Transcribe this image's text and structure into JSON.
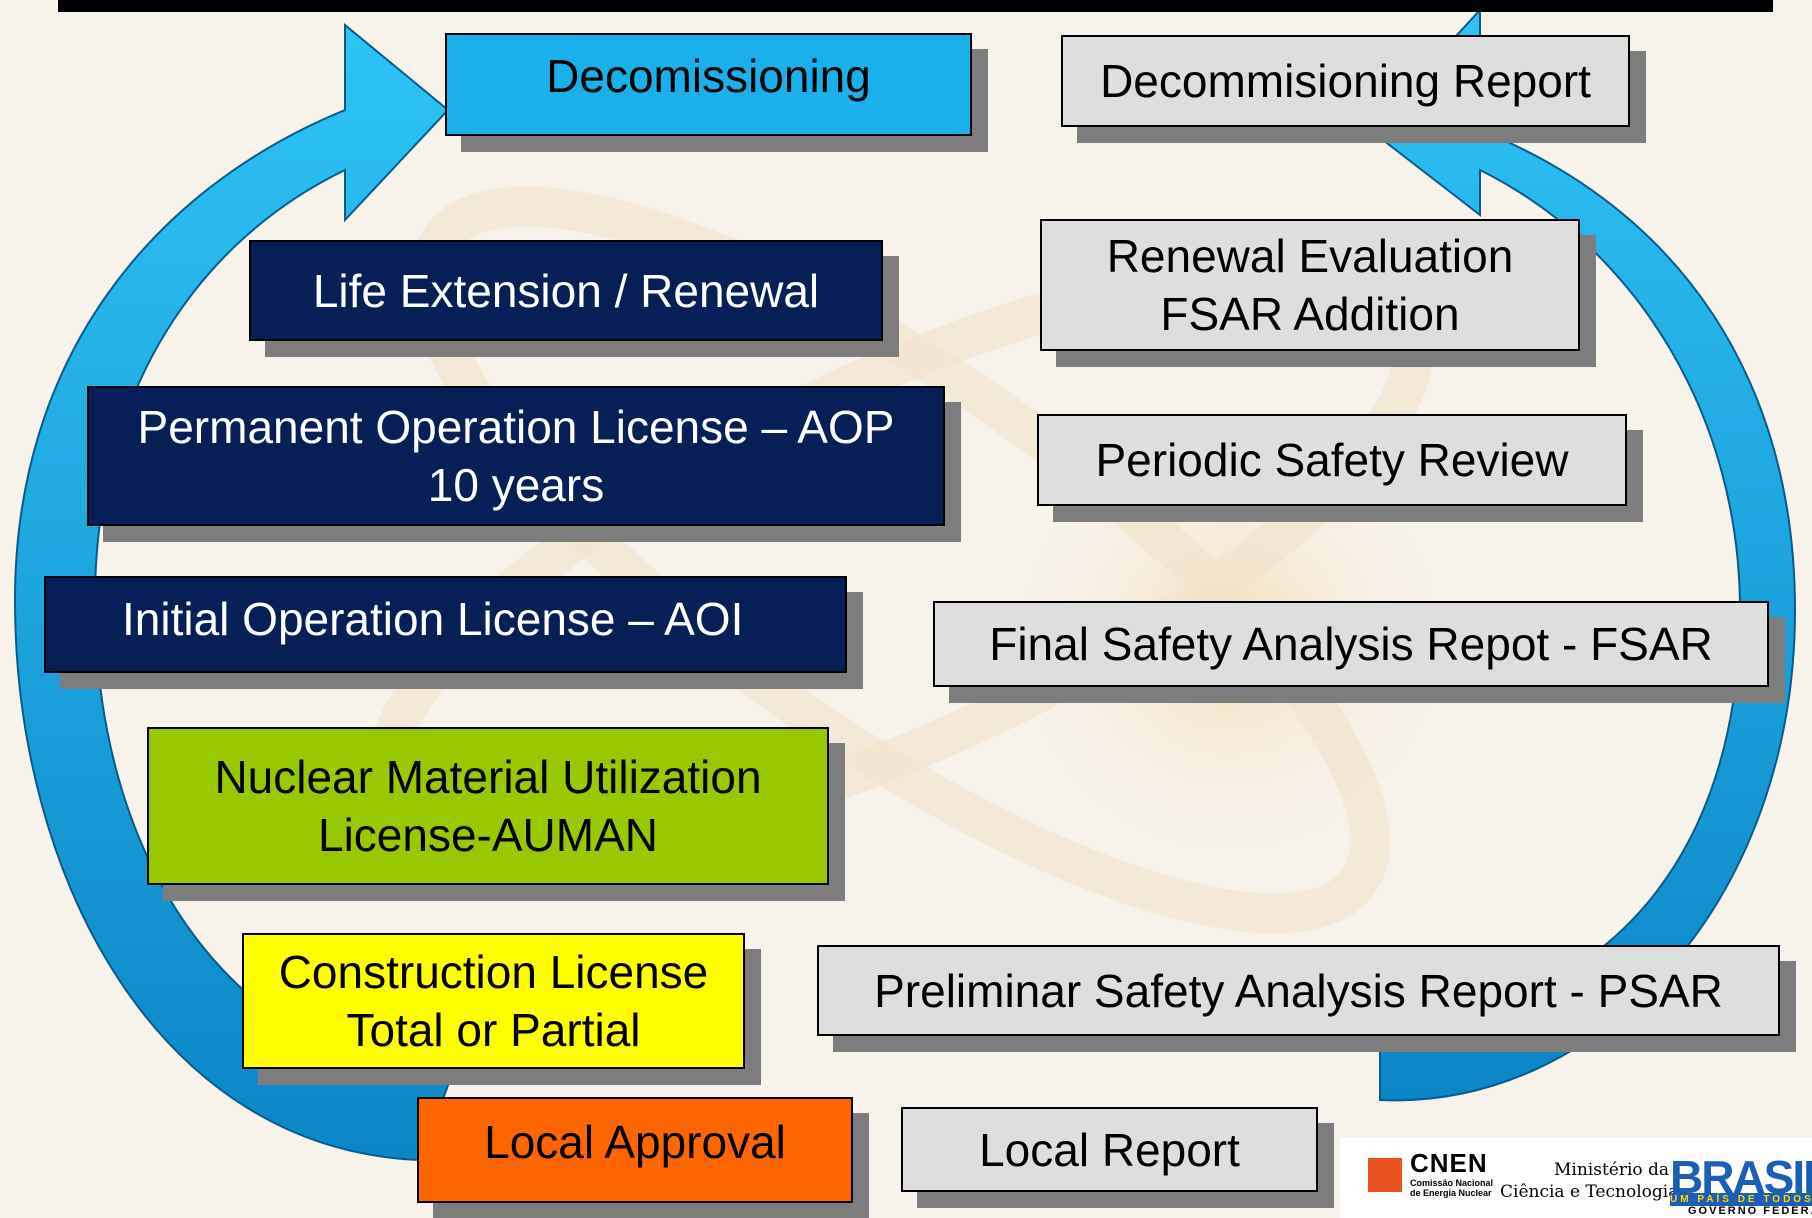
{
  "left_column": {
    "decommissioning": "Decomissioning",
    "life_extension": "Life Extension / Renewal",
    "permanent_operation": [
      "Permanent Operation License – AOP",
      "10 years"
    ],
    "initial_operation": "Initial Operation License – AOI",
    "nuclear_material": [
      "Nuclear Material Utilization",
      "License-AUMAN"
    ],
    "construction": [
      "Construction License",
      "Total or Partial"
    ],
    "local_approval": "Local Approval"
  },
  "right_column": {
    "decommissioning_report": "Decommisioning Report",
    "renewal_evaluation": [
      "Renewal Evaluation",
      "FSAR Addition"
    ],
    "periodic_review": "Periodic Safety Review",
    "fsar": "Final Safety Analysis Repot - FSAR",
    "psar": "Preliminar Safety Analysis Report - PSAR",
    "local_report": "Local Report"
  },
  "logos": {
    "cnen_name": "CNEN",
    "cnen_subtitle": [
      "Comissão Nacional",
      "de Energia Nuclear"
    ],
    "ministry_line1": "Ministério da",
    "ministry_line2": "Ciência e Tecnologia",
    "brasil": "BRASIL",
    "brasil_tagline": "UM PAÍS DE TODOS",
    "government": "GOVERNO FEDERAL"
  },
  "colors": {
    "dark_box": "#062057",
    "grey_box": "#dedede",
    "cyan_box": "#1ab0ec",
    "green_box": "#97c900",
    "yellow_box": "#ffff00",
    "orange_box": "#ff6600",
    "arrow": "#1ab0ec"
  }
}
